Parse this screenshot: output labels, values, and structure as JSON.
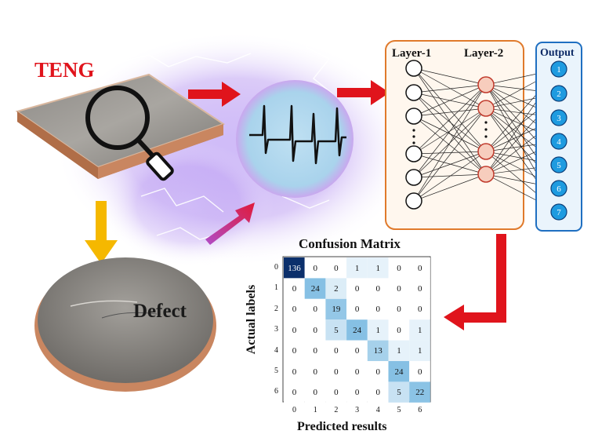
{
  "labels": {
    "teng": "TENG",
    "defect": "Defect",
    "layer1": "Layer-1",
    "layer2": "Layer-2",
    "output": "Output"
  },
  "output_nodes": [
    "1",
    "2",
    "3",
    "4",
    "5",
    "6",
    "7"
  ],
  "colors": {
    "teng_label": "#e0141c",
    "red_arrow": "#e0141c",
    "yellow_arrow": "#f5b800",
    "nn_panel_border": "#e07a2c",
    "nn_panel_fill": "#fff7ee",
    "output_panel_border": "#1f6fc1",
    "output_node_fill": "#1e9be0",
    "layer2_node_fill": "#f7cdbd",
    "glow": "#b08cf0"
  },
  "chart_data": {
    "type": "heatmap",
    "title": "Confusion Matrix",
    "xlabel": "Predicted results",
    "ylabel": "Actual labels",
    "x_ticks": [
      "0",
      "1",
      "2",
      "3",
      "4",
      "5",
      "6"
    ],
    "y_ticks": [
      "0",
      "1",
      "2",
      "3",
      "4",
      "5",
      "6"
    ],
    "matrix": [
      [
        136,
        0,
        0,
        1,
        1,
        0,
        0
      ],
      [
        0,
        24,
        2,
        0,
        0,
        0,
        0
      ],
      [
        0,
        0,
        19,
        0,
        0,
        0,
        0
      ],
      [
        0,
        0,
        5,
        24,
        1,
        0,
        1
      ],
      [
        0,
        0,
        0,
        0,
        13,
        1,
        1
      ],
      [
        0,
        0,
        0,
        0,
        0,
        24,
        0
      ],
      [
        0,
        0,
        0,
        0,
        0,
        5,
        22
      ]
    ]
  }
}
